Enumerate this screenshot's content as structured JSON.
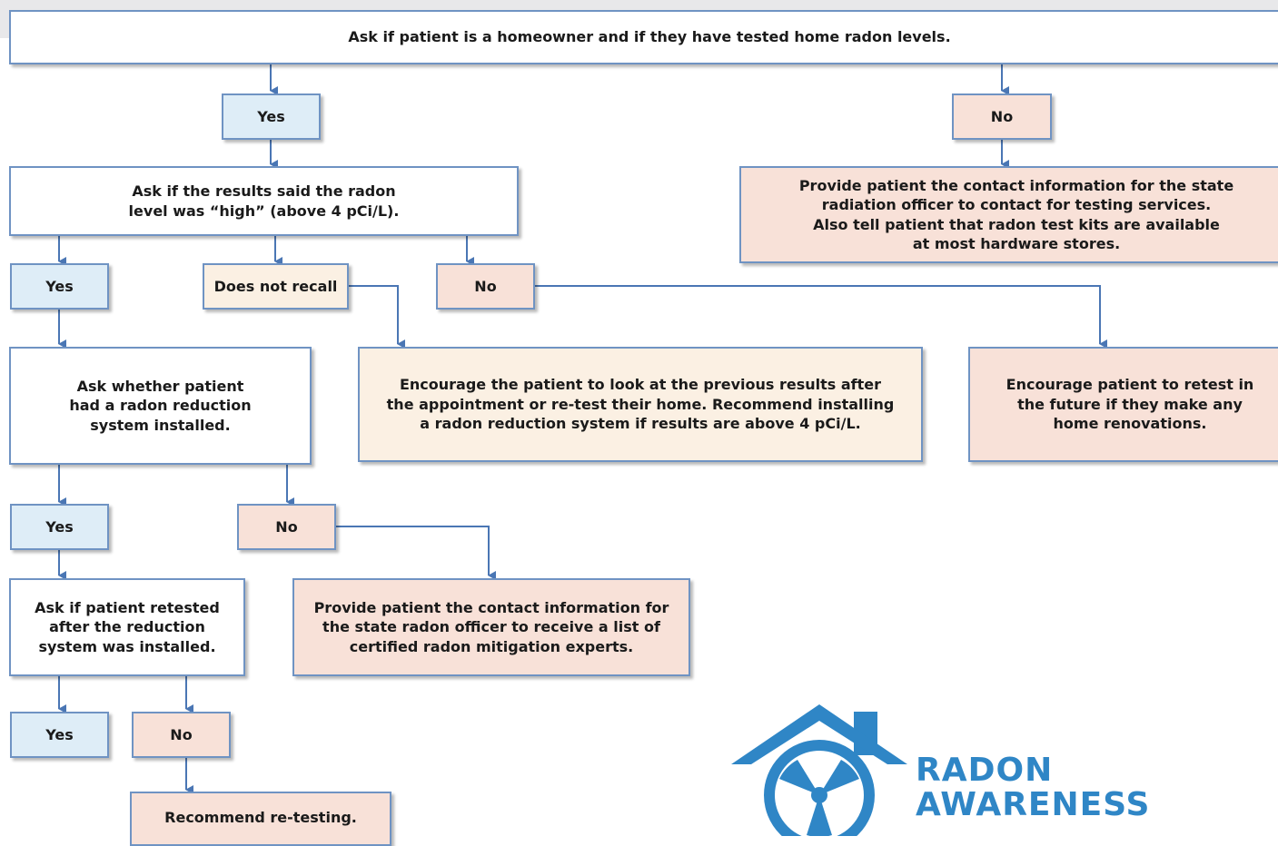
{
  "flowchart": {
    "start": "Ask if patient is a homeowner and if they have tested home radon levels.",
    "tested_yes": "Yes",
    "tested_no": "No",
    "no_test_action": "Provide patient the contact information for the state\nradiation officer to contact for testing services.\nAlso tell patient that radon test kits are available\nat most hardware stores.",
    "ask_high": "Ask if the results said the radon\nlevel was “high” (above 4 pCi/L).",
    "high_yes": "Yes",
    "high_not_recall": "Does not recall",
    "high_no": "No",
    "not_recall_action": "Encourage the patient to look at the previous results after\nthe appointment or re-test their home. Recommend installing\na radon reduction system if results are above 4 pCi/L.",
    "low_action": "Encourage patient to retest in\nthe future if they make any\nhome renovations.",
    "ask_reduction": "Ask whether patient\nhad a radon reduction\nsystem installed.",
    "reduction_yes": "Yes",
    "reduction_no": "No",
    "no_reduction_action": "Provide patient the contact information for\nthe state radon officer to receive a list of\ncertified radon mitigation experts.",
    "ask_retested": "Ask if patient retested\nafter the reduction\nsystem was installed.",
    "retested_yes": "Yes",
    "retested_no": "No",
    "retest_action": "Recommend re-testing."
  },
  "logo": {
    "line1": "RADON",
    "line2": "AWARENESS",
    "icon": "house-radiation-icon",
    "color": "#2f86c6"
  },
  "colors": {
    "border": "#6f93c3",
    "arrow": "#4a76b4",
    "yes_fill": "#deedf7",
    "no_fill": "#f8e1d8",
    "recall_fill": "#fbf0e3"
  }
}
